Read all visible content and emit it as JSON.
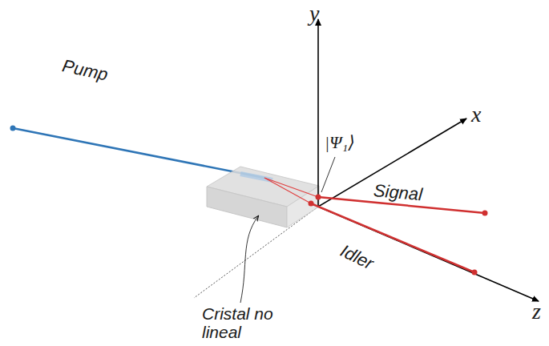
{
  "diagram": {
    "labels": [
      "y",
      "Pump",
      "|Ψ₁⟩",
      "x",
      "Signal",
      "Idler",
      "z",
      "Cristal no lineal"
    ]
  }
}
